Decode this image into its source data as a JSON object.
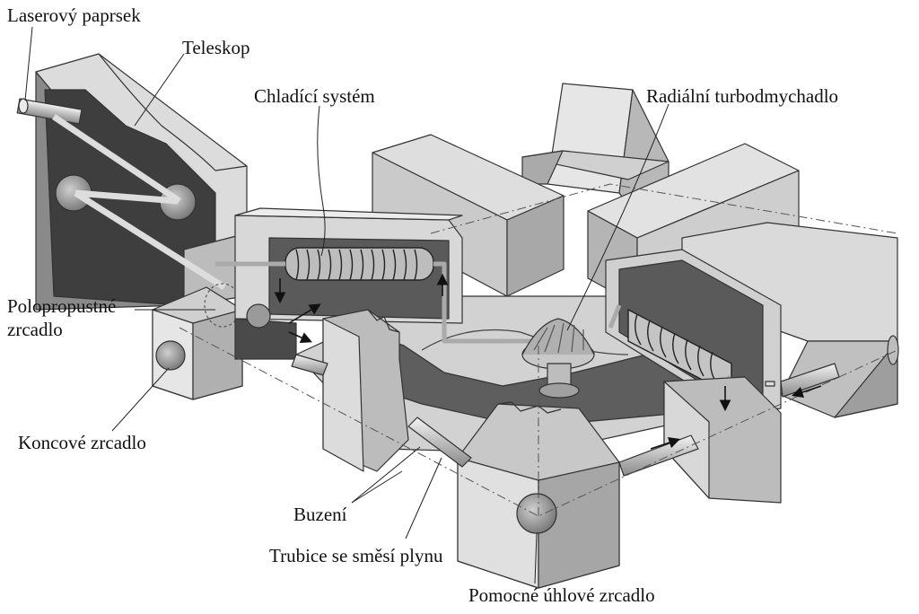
{
  "labels": {
    "laser_beam": "Laserový paprsek",
    "telescope": "Teleskop",
    "cooling_system": "Chladící systém",
    "radial_blower": "Radiální turbodmychadlo",
    "semi_mirror_line1": "Polopropustné",
    "semi_mirror_line2": "zrcadlo",
    "end_mirror": "Koncové zrcadlo",
    "excitation": "Buzení",
    "gas_tube": "Trubice se směsí plynu",
    "aux_mirror": "Pomocné úhlové zrcadlo"
  },
  "colors": {
    "face_light": "#e4e4e4",
    "face_mid": "#c4c4c4",
    "face_dark": "#9a9a9a",
    "cavity": "#5a5a5a",
    "stroke": "#333333"
  }
}
